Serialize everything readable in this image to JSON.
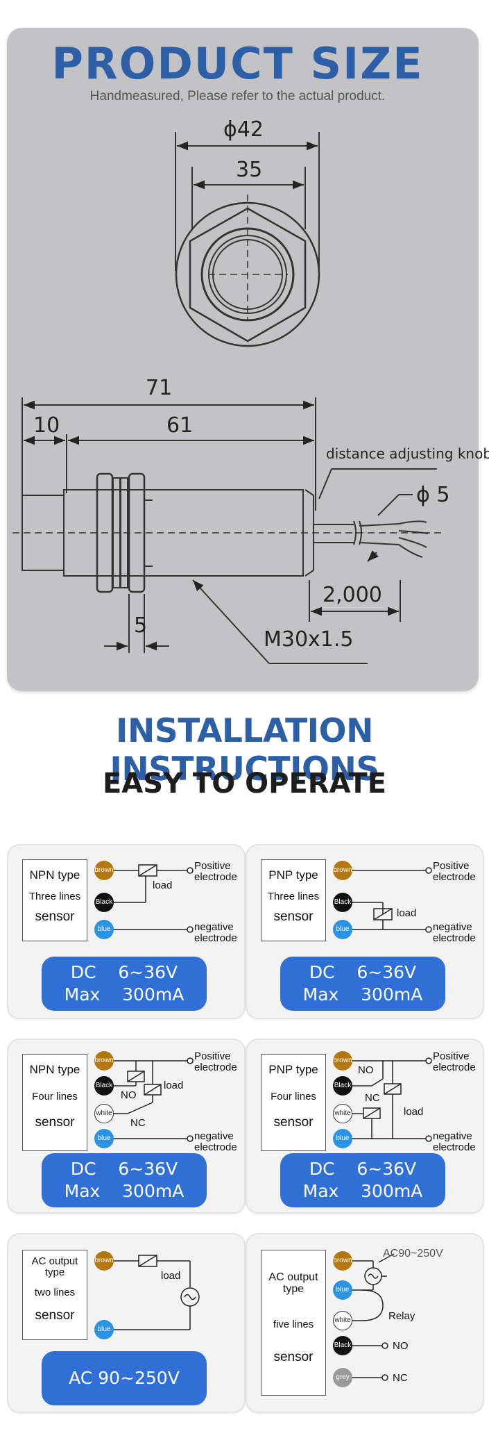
{
  "product_size": {
    "title": "PRODUCT SIZE",
    "subtitle": "Handmeasured, Please refer to the actual product.",
    "dims": {
      "phi42": "ϕ42",
      "d35": "35",
      "d71": "71",
      "d10": "10",
      "d61": "61",
      "knob": "distance adjusting knob",
      "phi5": "ϕ 5",
      "d2000": "2,000",
      "d5": "5",
      "thread": "M30x1.5"
    }
  },
  "installation": {
    "title": "INSTALLATION INSTRUCTIONS",
    "subtitle": "EASY TO OPERATE"
  },
  "wires": {
    "brown": "brown",
    "black": "Black",
    "blue": "blue",
    "white": "white",
    "grey": "grey"
  },
  "terms": {
    "positive": "Positive\nelectrode",
    "negative": "negative\nelectrode",
    "load": "load",
    "no": "NO",
    "nc": "NC",
    "relay": "Relay",
    "ac_supply": "AC90~250V"
  },
  "cards": [
    {
      "type": "NPN type",
      "lines": "Three lines",
      "sensor": "sensor",
      "spec1": "DC    6~36V",
      "spec2": "Max    300mA"
    },
    {
      "type": "PNP type",
      "lines": "Three lines",
      "sensor": "sensor",
      "spec1": "DC    6~36V",
      "spec2": "Max    300mA"
    },
    {
      "type": "NPN type",
      "lines": "Four lines",
      "sensor": "sensor",
      "spec1": "DC    6~36V",
      "spec2": "Max    300mA"
    },
    {
      "type": "PNP type",
      "lines": "Four lines",
      "sensor": "sensor",
      "spec1": "DC    6~36V",
      "spec2": "Max    300mA"
    },
    {
      "type": "AC output type",
      "lines": "two lines",
      "sensor": "sensor",
      "spec1": "AC 90~250V"
    },
    {
      "type": "AC output type",
      "lines": "five lines",
      "sensor": "sensor"
    }
  ]
}
